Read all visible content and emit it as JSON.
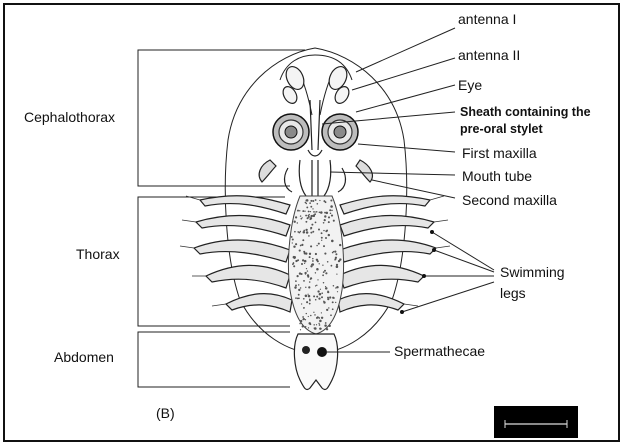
{
  "labels": {
    "antenna_1": "antenna I",
    "antenna_2": "antenna II",
    "eye": "Eye",
    "sheath_line1": "Sheath containing the",
    "sheath_line2": "pre-oral stylet",
    "first_maxilla": "First maxilla",
    "mouth_tube": "Mouth tube",
    "second_maxilla": "Second maxilla",
    "swimming_line1": "Swimming",
    "swimming_line2": "legs",
    "spermathecae": "Spermathecae"
  },
  "regions": {
    "cephalothorax": "Cephalothorax",
    "thorax": "Thorax",
    "abdomen": "Abdomen"
  },
  "panel_label": "(B)",
  "colors": {
    "ink": "#111111",
    "background": "#ffffff",
    "scale_bar": "#000000"
  }
}
